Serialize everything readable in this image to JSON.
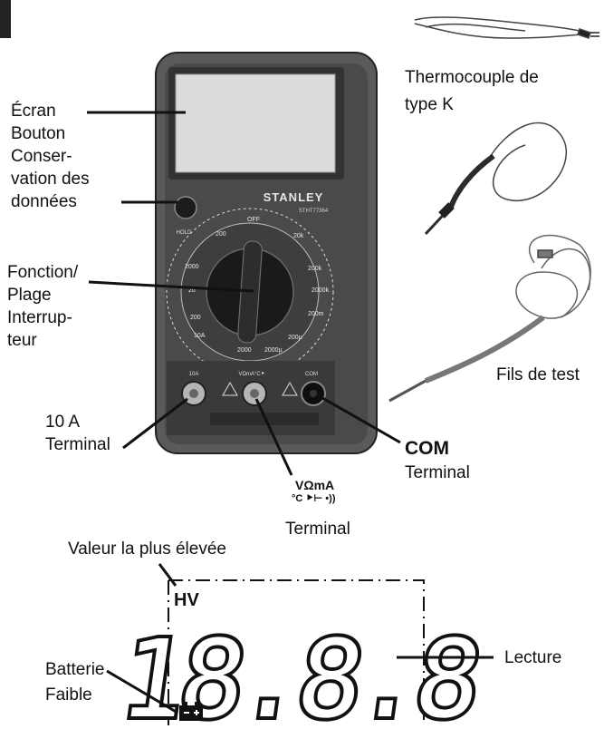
{
  "labels": {
    "ecran": "Écran",
    "bouton_line1": "Bouton",
    "bouton_line2": "Conser-",
    "bouton_line3": "vation des",
    "bouton_line4": "données",
    "fonction_line1": "Fonction/",
    "fonction_line2": "Plage",
    "fonction_line3": "Interrup-",
    "fonction_line4": "teur",
    "ten_a_line1": "10 A",
    "ten_a_line2": "Terminal",
    "com_line1": "COM",
    "com_line2": "Terminal",
    "vomega_line1": "VΩmA",
    "vomega_line2": "°C ⯈⊢ •))",
    "vomega_line3": "Terminal",
    "thermo_line1": "Thermocouple de",
    "thermo_line2": "type K",
    "fils": "Fils de test",
    "valeur": "Valeur la plus élevée",
    "lecture": "Lecture",
    "batterie_line1": "Batterie",
    "batterie_line2": "Faible"
  },
  "meter": {
    "brand": "STANLEY",
    "model": "STHT77364",
    "hold_label": "HOLD",
    "jack_10a": "10A",
    "jack_vomega": "VΩmA°C⯈",
    "jack_com": "COM",
    "dial_off": "OFF",
    "dial_values": [
      "200",
      "2000",
      "20",
      "200",
      "2000",
      "20k",
      "200k",
      "2000k",
      "200m",
      "10A",
      "200µ",
      "2000µ"
    ]
  },
  "display": {
    "hv": "HV",
    "reading": "18.8.8"
  },
  "colors": {
    "meter_body": "#555555",
    "meter_dark": "#2a2a2a",
    "screen": "#dcdcdc",
    "line": "#111111"
  }
}
